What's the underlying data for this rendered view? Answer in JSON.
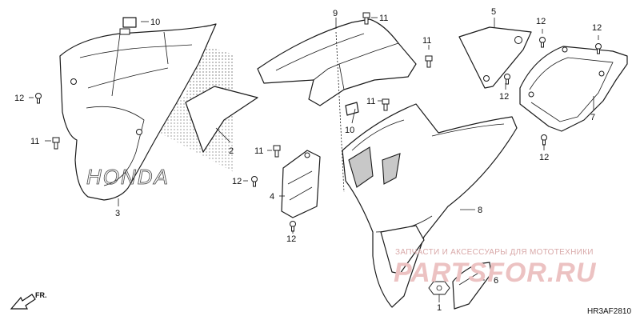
{
  "diagram": {
    "code": "HR3AF2810",
    "direction_label": "FR.",
    "callouts": [
      "1",
      "2",
      "3",
      "4",
      "5",
      "6",
      "7",
      "8",
      "9",
      "10",
      "11",
      "12"
    ],
    "watermark": {
      "line1": "ЗАПЧАСТИ И АКСЕССУАРЫ ДЛЯ МОТОТЕХНИКИ",
      "line2": "PARTSFOR.RU"
    },
    "brand_marks": [
      "HONDA"
    ]
  }
}
